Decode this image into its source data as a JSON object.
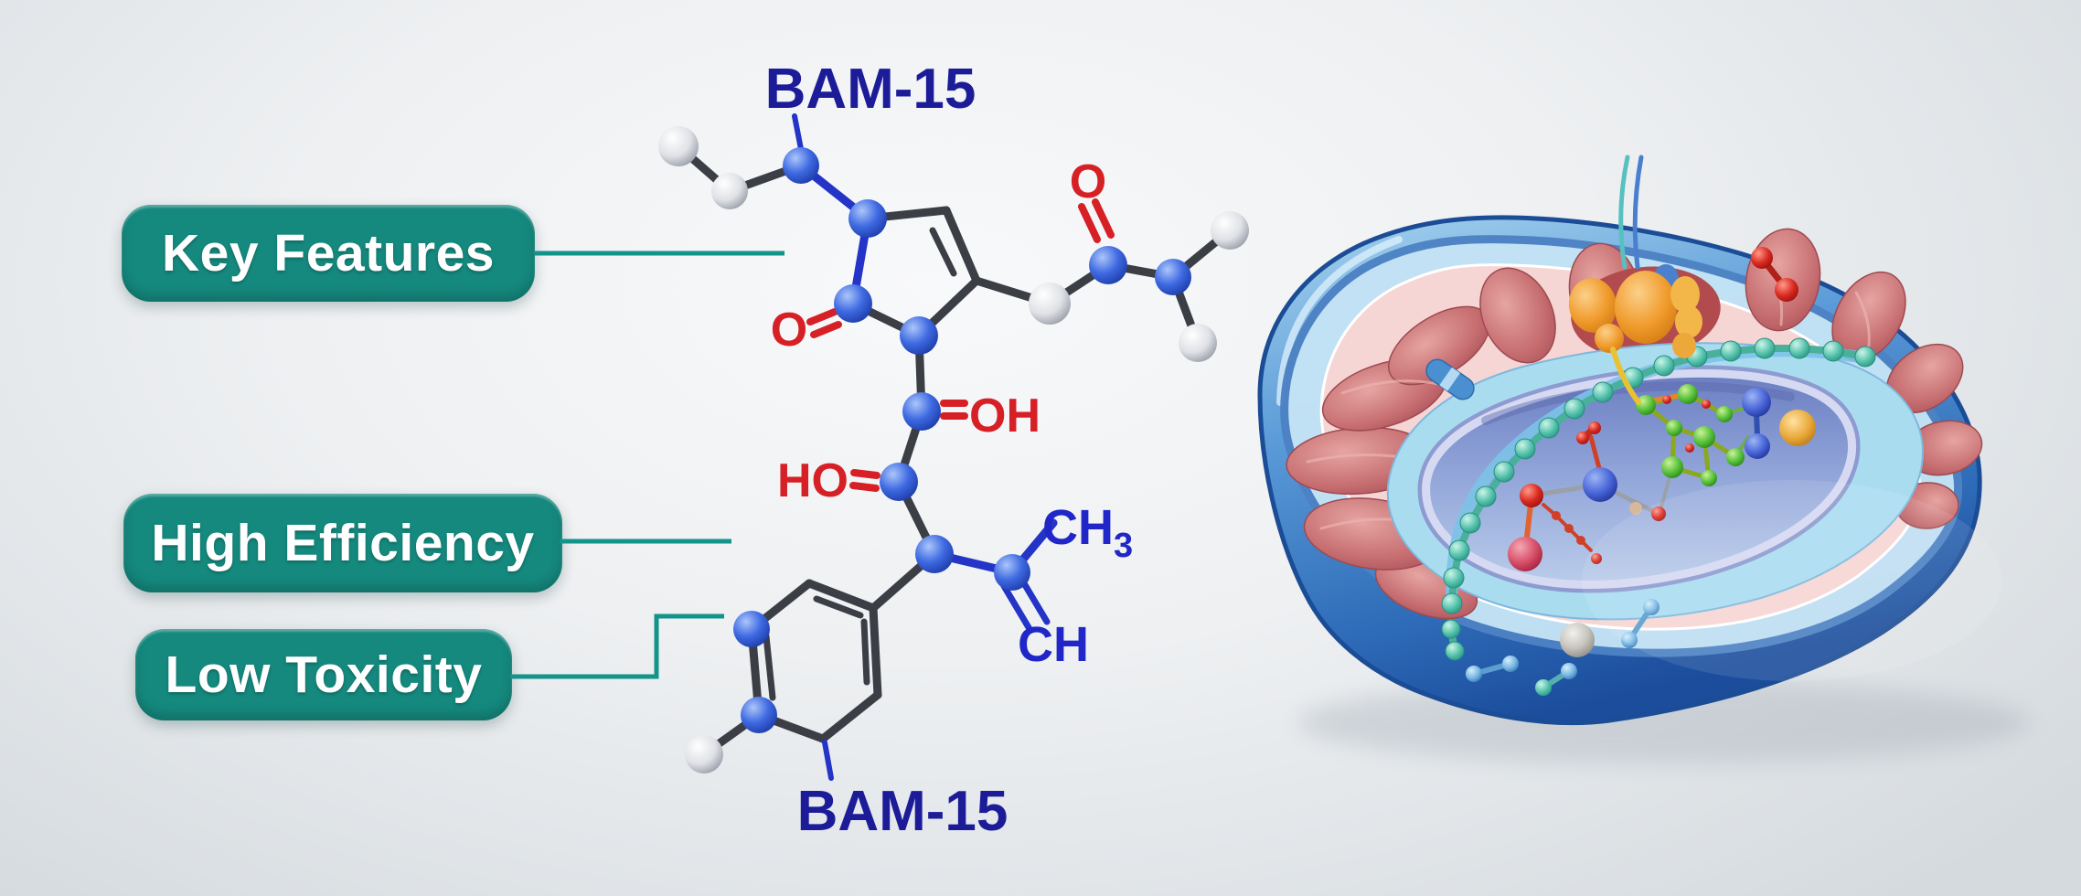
{
  "scene": {
    "background_center": "#F7F8FA",
    "background_edge": "#D5DADE"
  },
  "callouts": {
    "box_color": "#15897E",
    "line_color": "#12948A",
    "text_color": "#FFFFFF",
    "items": [
      {
        "label": "Key Features"
      },
      {
        "label": "High Efficiency"
      },
      {
        "label": "Low Toxicity"
      }
    ]
  },
  "molecule": {
    "name_top": "BAM-15",
    "name_bottom": "BAM-15",
    "name_color": "#1C1C99",
    "labels": {
      "ring_oxygen": "O",
      "amide_oxygen": "O",
      "hydroxyl_right": "OH",
      "hydroxyl_left": "HO",
      "methyl_main": "CH",
      "methyl_sub": "3",
      "methine": "CH"
    },
    "palette": {
      "nitrogen_atom": "#3F6AE2",
      "carbon_hydrogen_atom": "#E2E4E9",
      "bond": "#3B3E45",
      "nitrogen_bond": "#2334C6",
      "oxygen_label": "#D62026",
      "substituent_label": "#2026C8"
    }
  },
  "organelle": {
    "palette": {
      "outer_membrane": "#2F6CBE",
      "cut_surface": "#C4E3F5",
      "intermembrane_ring": "#F6D6D4",
      "cristae": "#C06A6E",
      "matrix": "#8FA3D8",
      "granule_chain": "#58C4AE",
      "protein_complex": "#F09B2C",
      "red_molecule": "#D92A20",
      "green_molecule": "#58C23C",
      "blue_vesicle": "#4A66D8",
      "orange_vesicle": "#E8A838"
    }
  }
}
